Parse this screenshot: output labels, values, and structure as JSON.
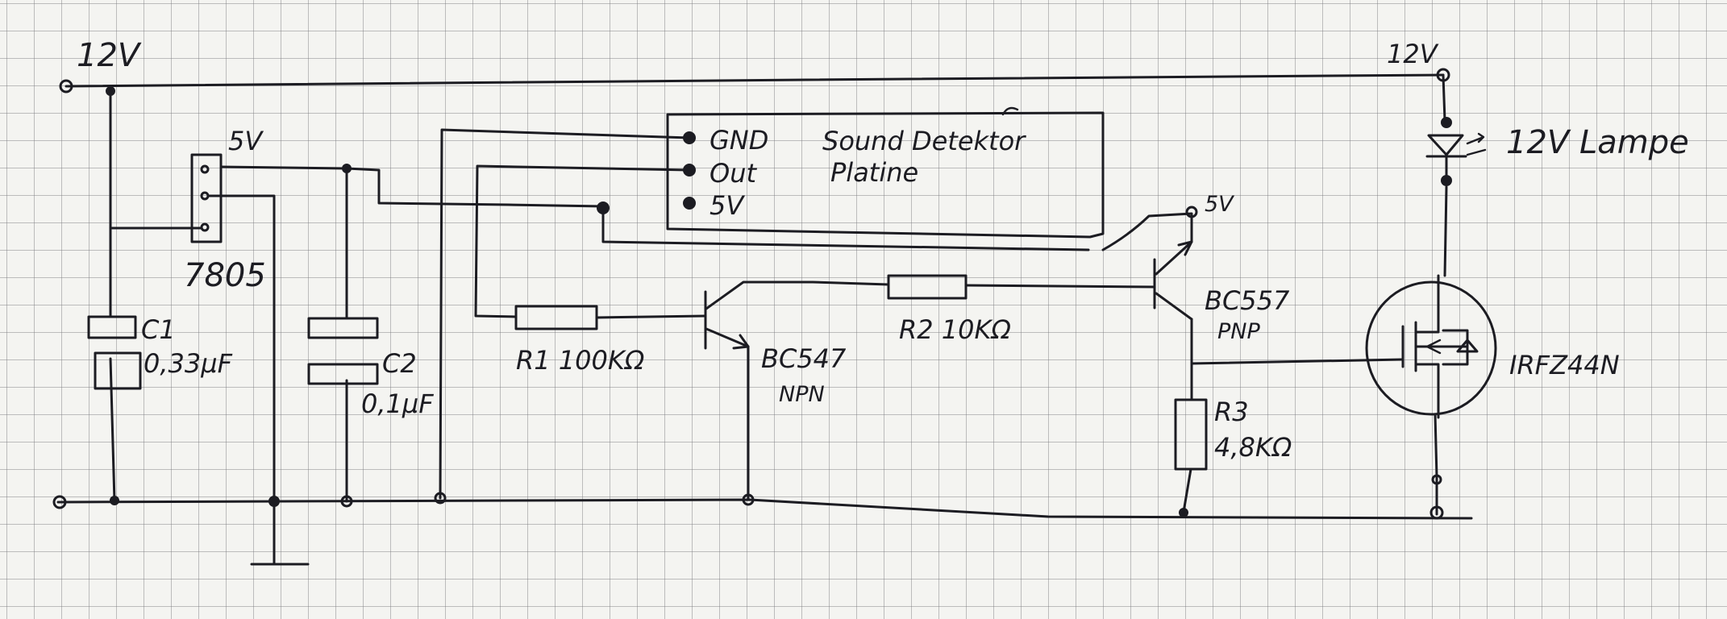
{
  "schematic": {
    "supply": {
      "input_voltage": "12V",
      "lamp_rail_voltage": "12V"
    },
    "regulator": {
      "name": "7805",
      "output_voltage": "5V"
    },
    "capacitors": [
      {
        "ref": "C1",
        "value": "0,33µF"
      },
      {
        "ref": "C2",
        "value": "0,1µF"
      }
    ],
    "sensor_board": {
      "title_line1": "Sound Detektor",
      "title_line2": "Platine",
      "pins": [
        "GND",
        "Out",
        "5V"
      ]
    },
    "resistors": [
      {
        "ref": "R1",
        "value": "100KΩ"
      },
      {
        "ref": "R2",
        "value": "10KΩ"
      },
      {
        "ref": "R3",
        "value": "4,8KΩ"
      }
    ],
    "transistors": [
      {
        "name": "BC547",
        "type": "NPN"
      },
      {
        "name": "BC557",
        "type": "PNP",
        "emitter_voltage": "5V"
      }
    ],
    "mosfet": {
      "name": "IRFZ44N"
    },
    "lamp": {
      "label": "12V Lampe"
    }
  }
}
